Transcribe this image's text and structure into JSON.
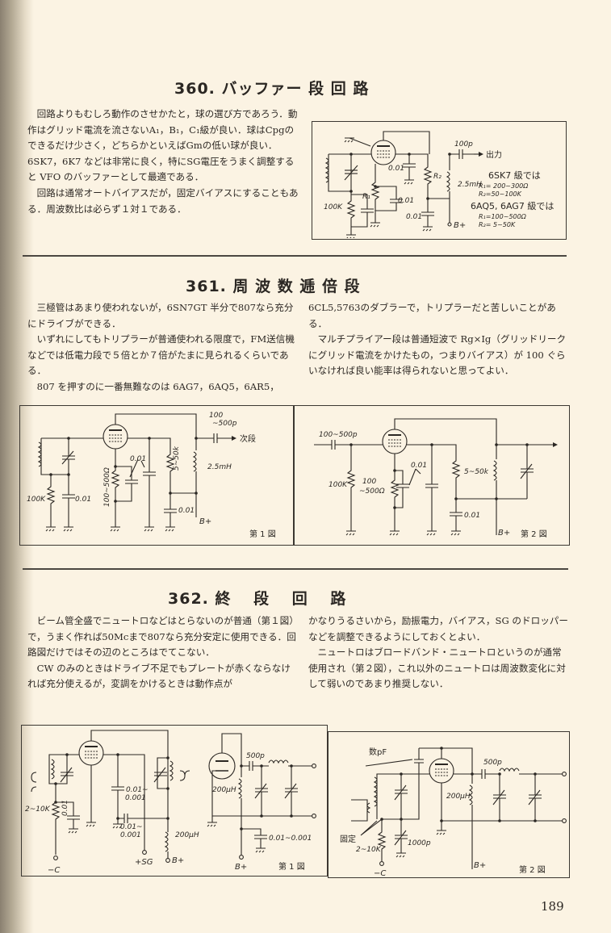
{
  "page": {
    "number": "189",
    "background": "#fbf3e3",
    "ink": "#2b2723"
  },
  "section_360": {
    "title": "360. バッファー 段 回 路",
    "paragraphs": [
      "回路よりもむしろ動作のさせかたと，球の選び方であろう．動作はグリッド電流を流さないA₁，B₁，C₁級が良い．球はCpgのできるだけ少さく，どちらかといえばGmの低い球が良い．6SK7，6K7 などは非常に良く，特にSG電圧をうまく調整すると VFO のバッファーとして最適である．",
      "回路は通常オートバイアスだが，固定バイアスにすることもある．周波数比は必らず１対１である．"
    ],
    "diagram": {
      "labels": {
        "out_cap": "100p",
        "out": "出力",
        "grid_res": "100K",
        "grid_cap": "0.01",
        "cath_res": "R₁",
        "cath_cap": "0.01",
        "sg_cap": "0.01",
        "sg_res": "R₂",
        "choke": "2.5mH",
        "bypass": "0.01",
        "bplus": "B+"
      },
      "notes": [
        {
          "head": "6SK7 級では",
          "lines": [
            "R₁= 200~300Ω",
            "R₂=50~100K"
          ]
        },
        {
          "head": "6AQ5, 6AG7 級では",
          "lines": [
            "R₁=100~500Ω",
            "R₂= 5~50K"
          ]
        }
      ]
    }
  },
  "section_361": {
    "title": "361. 周 波 数 逓 倍 段",
    "left_paragraphs": [
      "三極管はあまり使われないが，6SN7GT 半分で807なら充分にドライブができる．",
      "いずれにしてもトリプラーが普通使われる限度で，FM送信機などでは低電力段で５倍とか７倍がたまに見られるくらいである．",
      "807 を押すのに一番無難なのは 6AG7，6AQ5，6AR5，"
    ],
    "right_paragraphs": [
      "6CL5,5763のダブラーで，トリプラーだと苦しいことがある．",
      "マルチプライアー段は普通短波で Rg×Ig（グリッドリークにグリッド電流をかけたもの，つまりバイアス）が 100 ぐらいなければ良い能率は得られないと思ってよい．"
    ],
    "fig1": {
      "caption": "第 1 図",
      "labels": {
        "out_cap": "100\n~500p",
        "out": "次段",
        "grid_res": "100K",
        "grid_cap": "0.01",
        "cath_res": "100~500Ω",
        "caps": "0.01",
        "sg_res": "5~50k",
        "choke": "2.5mH",
        "bypass": "0.01",
        "bplus": "B+"
      }
    },
    "fig2": {
      "caption": "第 2 図",
      "labels": {
        "in_cap": "100~500p",
        "grid_res": "100K",
        "cath_res_1": "100",
        "cath_res_2": "~500Ω",
        "caps": "0.01",
        "sg_res": "5~50k",
        "bypass": "0.01",
        "bplus": "B+"
      }
    }
  },
  "section_362": {
    "title": "362. 終　 段　 回　 路",
    "left_paragraphs": [
      "ビーム管全盛でニュートロなどはとらないのが普通（第１図）で，うまく作れば50Mcまで807なら充分安定に使用できる．回路図だけではその辺のところはでてこない．",
      "CW のみのときはドライブ不足でもプレートが赤くならなければ充分使えるが，変調をかけるときは動作点が"
    ],
    "right_paragraphs": [
      "かなりうるさいから，励振電力，バイアス，SG のドロッパーなどを調整できるようにしておくとよい．",
      "ニュートロはブロードバンド・ニュートロというのが通常使用され（第２図），これ以外のニュートロは周波数変化に対して弱いのであまり推奨しない．"
    ],
    "fig1": {
      "caption": "第 1 図",
      "labels": {
        "grid_res": "2~10K",
        "grid_cap": "0.01",
        "neg_c": "−C",
        "cap_a": "0.01~\n0.001",
        "cap_b": "0.01~\n0.001",
        "sg": "+SG",
        "choke_a": "200μH",
        "bplus_a": "B+",
        "pi_cap": "500p",
        "choke_b": "200μH",
        "bypass": "0.01~0.001",
        "bplus_b": "B+"
      }
    },
    "fig2": {
      "caption": "第 2 図",
      "labels": {
        "neut": "数pF",
        "fixed": "固定",
        "grid_res": "2~10K",
        "cap": "1000p",
        "neg_c": "−C",
        "choke": "200μH",
        "pi_cap": "500p",
        "bplus": "B+"
      }
    }
  }
}
